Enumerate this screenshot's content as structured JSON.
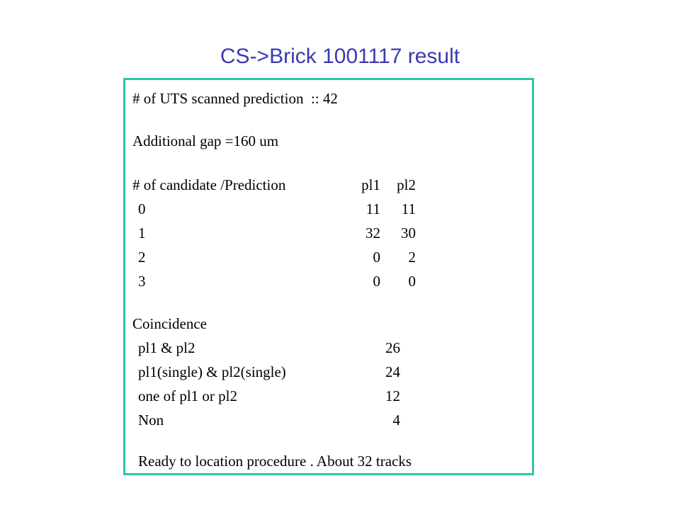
{
  "title": "CS->Brick 1001117 result",
  "scanned_line": "# of UTS scanned prediction  :: 42",
  "gap_line": "Additional gap =160 um",
  "candidate_table": {
    "header_label": "# of candidate /Prediction",
    "header_pl1": "pl1",
    "header_pl2": "pl2",
    "rows": [
      {
        "n": "0",
        "pl1": "11",
        "pl2": "11"
      },
      {
        "n": "1",
        "pl1": "32",
        "pl2": "30"
      },
      {
        "n": "2",
        "pl1": "0",
        "pl2": "2"
      },
      {
        "n": "3",
        "pl1": "0",
        "pl2": "0"
      }
    ]
  },
  "coincidence": {
    "heading": "Coincidence",
    "rows": [
      {
        "label": "pl1 & pl2",
        "value": "26"
      },
      {
        "label": "pl1(single) & pl2(single)",
        "value": "24"
      },
      {
        "label": "one of pl1 or pl2",
        "value": "12"
      },
      {
        "label": "Non",
        "value": "4"
      }
    ]
  },
  "footer_line": "Ready to location procedure . About 32 tracks",
  "colors": {
    "title": "#3a3ab0",
    "box_border": "#2fc4a6"
  }
}
